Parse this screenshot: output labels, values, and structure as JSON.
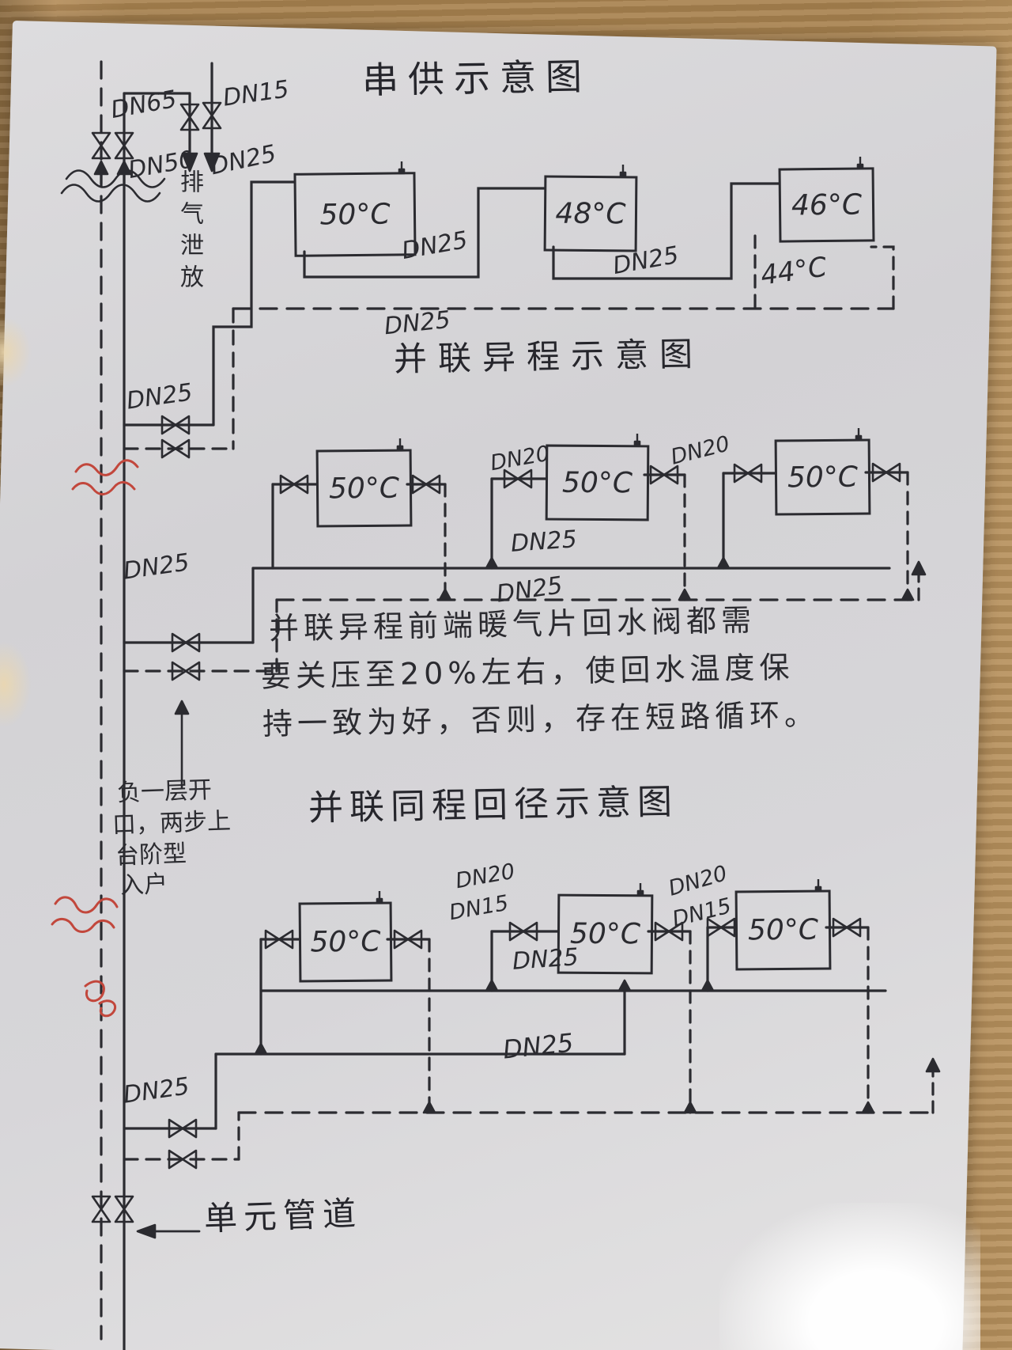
{
  "photo": {
    "paper_color": "#d7d6d8",
    "wood_color": "#a8824f",
    "ink_color": "#2b2b30",
    "red_ink_color": "#c2473c"
  },
  "titles": {
    "series": "串供示意图",
    "parallel_reverse": "并联异程示意图",
    "parallel_same": "并联同程回径示意图"
  },
  "top_left": {
    "dn65": "DN65",
    "dn15": "DN15",
    "dn50": "DN50",
    "dn25": "DN25",
    "vent": "排气泄放"
  },
  "series": {
    "radiators": [
      "50°C",
      "48°C",
      "46°C"
    ],
    "return_temp": "44°C",
    "labels": {
      "link1": "DN25",
      "link2": "DN25",
      "return": "DN25",
      "branch": "DN25"
    }
  },
  "parallel_reverse": {
    "radiators": [
      "50°C",
      "50°C",
      "50°C"
    ],
    "labels": {
      "mid_left": "DN20",
      "mid_right": "DN20",
      "supply": "DN25",
      "return": "DN25",
      "branch": "DN25"
    }
  },
  "parallel_same": {
    "radiators": [
      "50°C",
      "50°C",
      "50°C"
    ],
    "labels": {
      "mid_left_dn20": "DN20",
      "mid_left_dn15": "DN15",
      "mid_right_dn20": "DN20",
      "mid_right_dn15": "DN15",
      "supply": "DN25",
      "return": "DN25",
      "branch": "DN25"
    }
  },
  "note": {
    "line1": "并联异程前端暖气片回水阀都需",
    "line2": "要关压至20%左右，使回水温度保",
    "line3": "持一致为好，否则，存在短路循环。"
  },
  "entry_note": {
    "line1": "负一层开",
    "line2": "口，两步上",
    "line3": "台阶型",
    "line4": "入户"
  },
  "bottom": {
    "unit_pipe": "单元管道"
  }
}
